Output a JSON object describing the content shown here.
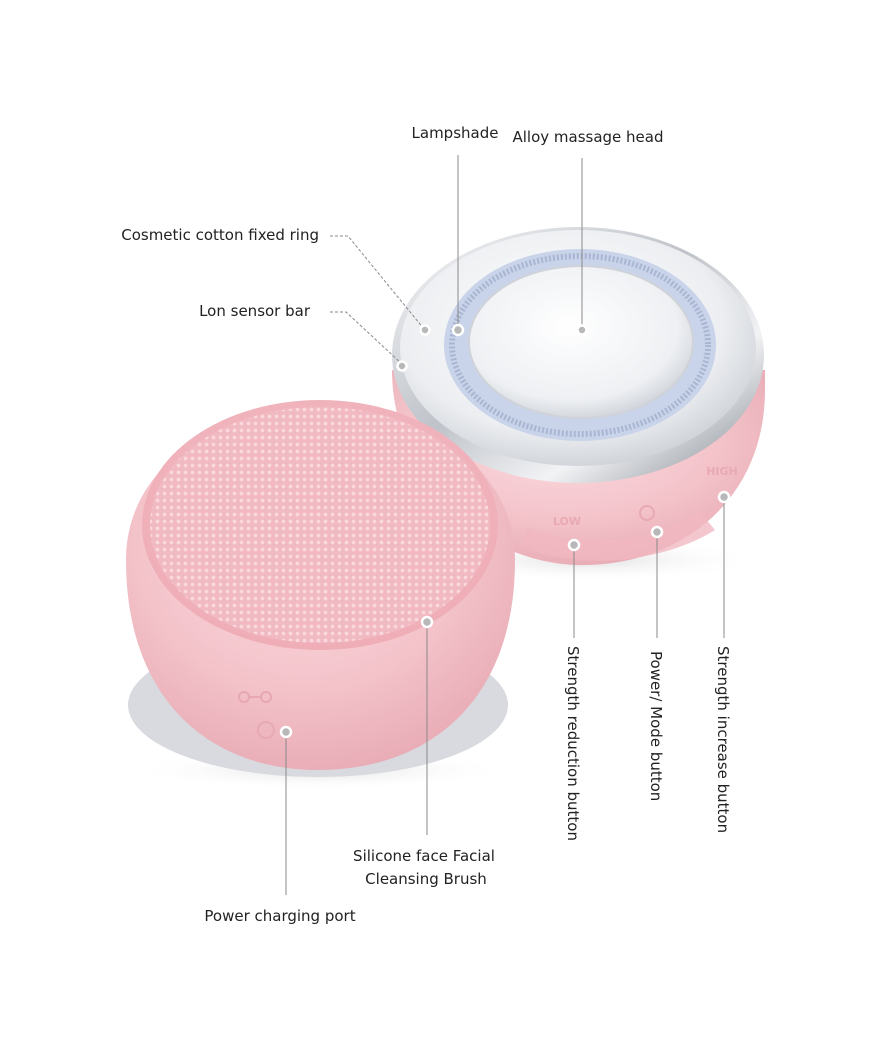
{
  "labels": {
    "lampshade": "Lampshade",
    "alloy_head": "Alloy massage head",
    "cotton_ring": "Cosmetic cotton fixed ring",
    "sensor_bar": "Lon sensor bar",
    "brush_line1": "Silicone face Facial",
    "brush_line2": "Cleansing Brush",
    "charging_port": "Power charging port",
    "strength_reduction": "Strength reduction button",
    "power_mode": "Power/ Mode button",
    "strength_increase": "Strength increase button"
  },
  "device_text": {
    "low": "LOW",
    "high": "HIGH"
  },
  "colors": {
    "pink_body": "#f3c4cb",
    "pink_bristle": "#f0b6bf",
    "chrome": "#dfe2e6",
    "blue_light": "#c9d4ea"
  }
}
